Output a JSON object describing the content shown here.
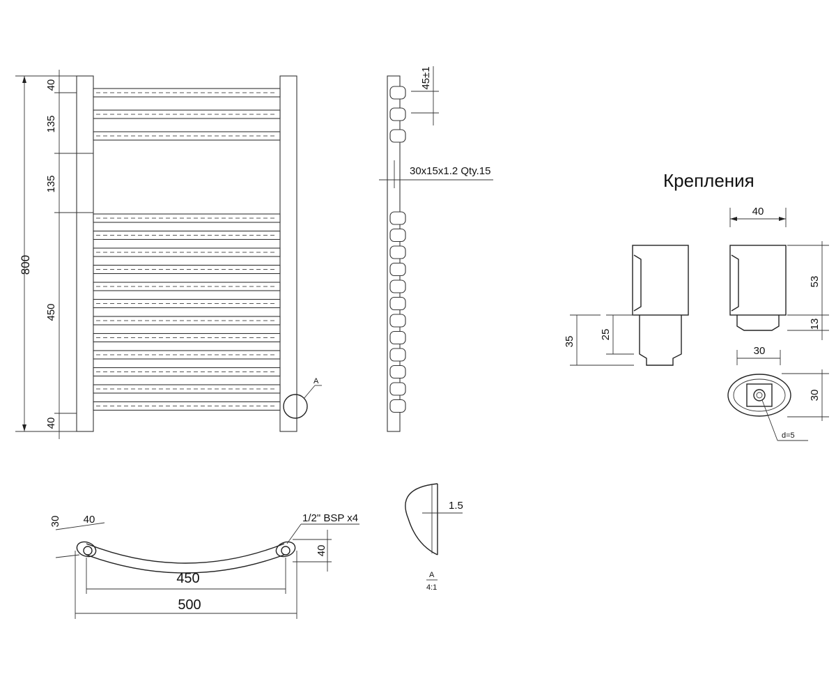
{
  "front_view": {
    "dims": {
      "total_height": "800",
      "top_gap": "40",
      "section_1": "135",
      "section_2": "135",
      "section_3": "450",
      "bottom_gap": "40"
    },
    "detail_callout": "A"
  },
  "side_view": {
    "pitch": "45±1",
    "tube_spec": "30x15x1.2  Qty.15"
  },
  "detail_view": {
    "thickness": "1.5",
    "label": "A",
    "scale": "4:1"
  },
  "bottom_view": {
    "dims": {
      "offset_30": "30",
      "offset_40": "40",
      "center_distance": "450",
      "total_width": "500",
      "depth": "40"
    },
    "connection_note": "1/2\" BSP x4"
  },
  "mounts": {
    "title": "Крепления",
    "dims": {
      "width_40": "40",
      "height_53": "53",
      "height_13": "13",
      "width_30": "30",
      "height_30": "30",
      "height_35": "35",
      "height_25": "25",
      "hole": "d=5"
    }
  }
}
